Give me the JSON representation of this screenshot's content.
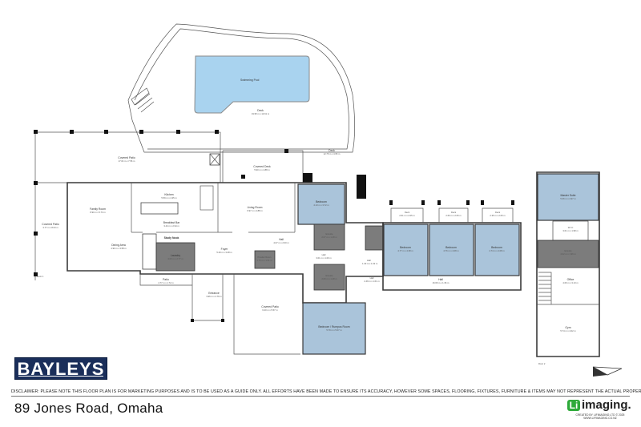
{
  "header": {
    "address": "89 Jones Road, Omaha"
  },
  "disclaimer": "DISCLAIMER: PLEASE NOTE THIS FLOOR PLAN IS FOR MARKETING PURPOSES AND IS TO BE USED AS A GUIDE ONLY. ALL EFFORTS HAVE BEEN MADE TO ENSURE ITS ACCURACY, HOWEVER SOME SPACES, FLOORING, FIXTURES, FURNITURE & ITEMS MAY NOT REPRESENT THE ACTUAL PROPERTY.",
  "branding": {
    "agency_logo": "BAYLEYS",
    "agency_color": "#1a2e5a",
    "imaging_logo": "imaging.",
    "imaging_mark": "Li",
    "imaging_color": "#2eaa3a",
    "imaging_credit": "CREATED BY LIFIMAGING LTD © 2025",
    "imaging_url": "WWW.LIFIMAGING.CO.NZ"
  },
  "floors": {
    "floor1": "Floor 1",
    "floor2": "Floor 2"
  },
  "rooms": {
    "pool": {
      "name": "Swimming Pool"
    },
    "deck": {
      "name": "Deck",
      "dims": "19.95 m x 14.61 m"
    },
    "sunroom": {
      "name": "Deck",
      "dims": "12.76 m x 4.95 m"
    },
    "coveredPatio": {
      "name": "Covered Patio",
      "dims": "17.04 m x 7.56 m"
    },
    "coveredDeck": {
      "name": "Covered Deck",
      "dims": "5.90 m x 4.88 m"
    },
    "familyRoom": {
      "name": "Family Room",
      "dims": "8.90 m x 5.73 m"
    },
    "kitchen": {
      "name": "Kitchen",
      "dims": "5.59 m x 4.35 m"
    },
    "breakfastBar": {
      "name": "Breakfast Bar",
      "dims": "3.44 m x 2.94 m"
    },
    "livingRoom": {
      "name": "Living Room",
      "dims": "6.97 m x 4.88 m"
    },
    "bedroom1": {
      "name": "Bedroom",
      "dims": "4.13 m x 3.72 m"
    },
    "coveredPatio2": {
      "name": "Covered Patio",
      "dims": "3.77 m x 8.03 m"
    },
    "diningArea": {
      "name": "Dining Area",
      "dims": "4.90 m x 3.58 m"
    },
    "studyNook": {
      "name": "Study Nook"
    },
    "laundry": {
      "name": "Laundry",
      "dims": "3.00 m x 2.77 m"
    },
    "foyer": {
      "name": "Foyer",
      "dims": "5.29 m x 3.28 m"
    },
    "powderRoom": {
      "name": "Powder Room",
      "dims": "1.73 m x 1.51 m"
    },
    "hall1": {
      "name": "Hall",
      "dims": "4.07 m x 2.00 m"
    },
    "ensuite1": {
      "name": "Ensuite",
      "dims": "2.07 m x 1.48 m"
    },
    "hall2": {
      "name": "Hall",
      "dims": "3.01 m x 1.00 m"
    },
    "hall3": {
      "name": "Hall",
      "dims": "1.40 m x 1.02 m"
    },
    "ensuite2": {
      "name": "Ensuite",
      "dims": "2.09 m x 1.48 m"
    },
    "hall4": {
      "name": "Hall",
      "dims": "2.49 m x 1.01 m"
    },
    "hall5": {
      "name": "Hall",
      "dims": "16.66 m x 1.36 m"
    },
    "patio": {
      "name": "Patio",
      "dims": "4.77 m x 1.72 m"
    },
    "entrance": {
      "name": "Entrance",
      "dims": "3.96 m x 4.79 m"
    },
    "coveredPatio3": {
      "name": "Covered Patio",
      "dims": "6.40 m x 5.57 m"
    },
    "bunkRoom": {
      "name": "Bedroom / Rumpus Room",
      "dims": "5.79 m x 5.07 m"
    },
    "bedroom2": {
      "name": "Bedroom",
      "dims": "4.77 m x 4.38 m"
    },
    "bedroom3": {
      "name": "Bedroom",
      "dims": "4.76 m x 4.08 m"
    },
    "bedroom4": {
      "name": "Bedroom",
      "dims": "4.74 m x 4.08 m"
    },
    "deck2": {
      "name": "Deck",
      "dims": "2.61 m x 2.05 m"
    },
    "deck3": {
      "name": "Deck",
      "dims": "2.60 m x 2.05 m"
    },
    "deck4": {
      "name": "Deck",
      "dims": "2.35 m x 2.05 m"
    },
    "masterSuite": {
      "name": "Master Suite",
      "dims": "5.36 m x 4.97 m"
    },
    "wic": {
      "name": "W.I.C",
      "dims": "3.01 m x 1.98 m"
    },
    "ensuiteMaster": {
      "name": "Ensuite",
      "dims": "4.02 m x 1.96 m"
    },
    "office": {
      "name": "Office",
      "dims": "4.06 m x 3.13 m"
    },
    "gym": {
      "name": "Gym",
      "dims": "5.74 m x 4.02 m"
    }
  },
  "colors": {
    "bedroom_fill": "#aac4da",
    "wet_area_fill": "#7c7c7c",
    "pool_fill": "#a9d3ef"
  },
  "icons": {
    "compass": "north-arrow-icon"
  }
}
